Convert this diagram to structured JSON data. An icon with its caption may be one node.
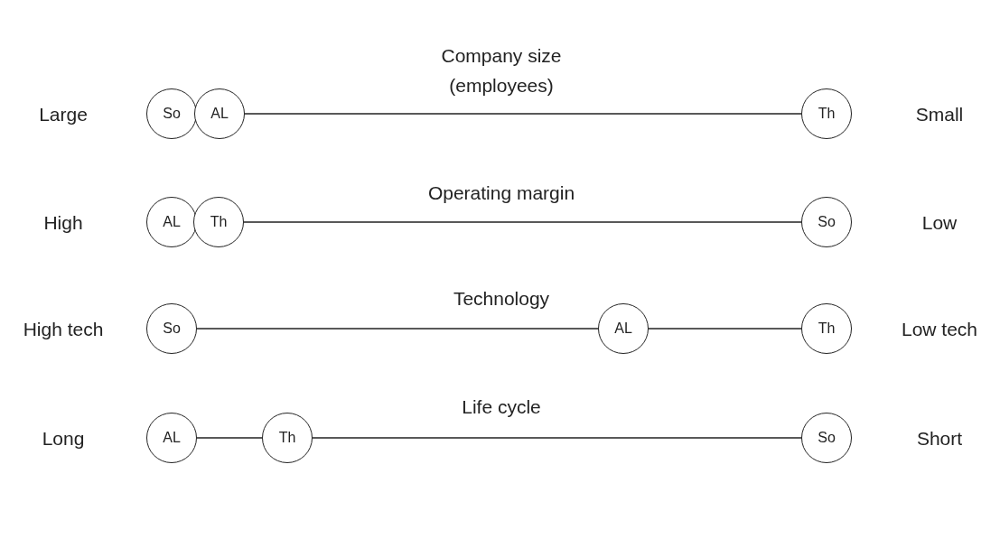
{
  "diagram": {
    "nodes": [
      {
        "text": [
          "So"
        ]
      },
      {
        "text": [
          "AL"
        ]
      },
      {
        "text": [
          "Th"
        ]
      },
      {
        "text": [
          "AL"
        ]
      },
      {
        "text": [
          "Th"
        ]
      },
      {
        "text": [
          "So"
        ]
      },
      {
        "text": [
          "So"
        ]
      },
      {
        "text": [
          "AL"
        ]
      },
      {
        "text": [
          "Th"
        ]
      },
      {
        "text": [
          "AL"
        ]
      },
      {
        "text": [
          "Th"
        ]
      },
      {
        "text": [
          "So"
        ]
      }
    ],
    "edges": [
      {
        "from": 1,
        "to": 2,
        "arrow": "none"
      },
      {
        "from": 4,
        "to": 5,
        "arrow": "none"
      },
      {
        "from": 6,
        "to": 7,
        "arrow": "none"
      },
      {
        "from": 7,
        "to": 8,
        "arrow": "none"
      },
      {
        "from": 9,
        "to": 10,
        "arrow": "none"
      },
      {
        "from": 10,
        "to": 11,
        "arrow": "none"
      }
    ],
    "labels": [
      "Company size (employees)",
      "Large",
      "Small",
      "Operating margin",
      "High",
      "Low",
      "Technology",
      "High tech",
      "Low tech",
      "Life cycle",
      "Long",
      "Short"
    ]
  }
}
